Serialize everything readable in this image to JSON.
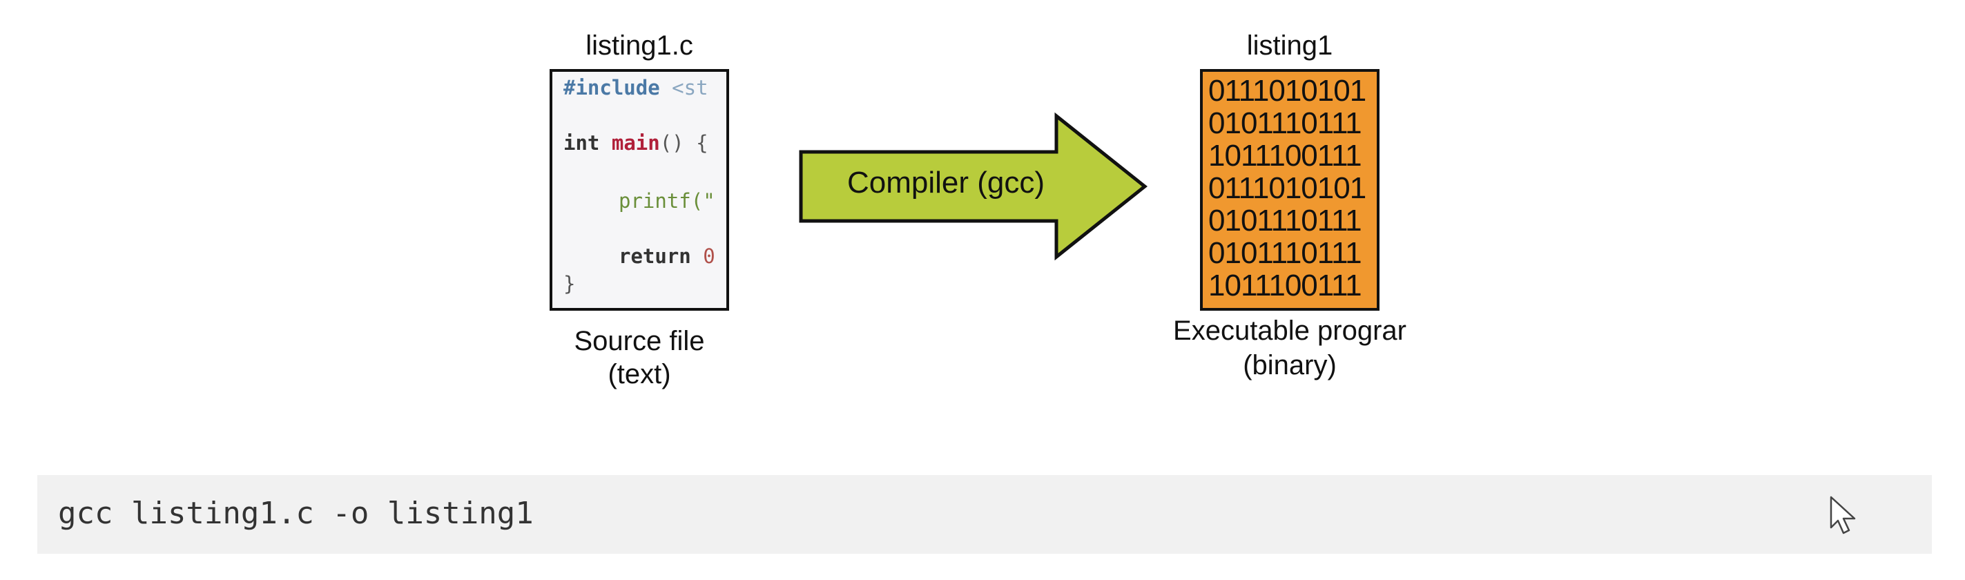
{
  "source": {
    "title": "listing1.c",
    "code": {
      "include_kw": "#include",
      "include_arg": " <st",
      "int_kw": "int",
      "main_fn": "main",
      "main_rest": "() {",
      "printf": "printf(\"",
      "return_kw": "return",
      "return_val": "0",
      "close": "}"
    },
    "caption_line1": "Source file",
    "caption_line2": "(text)"
  },
  "compiler": {
    "label": "Compiler (gcc)",
    "arrow_color": "#b8cc3c"
  },
  "executable": {
    "title": "listing1",
    "binary_lines": [
      "0111010101",
      "0101110111",
      "1011100111",
      "0111010101",
      "0101110111",
      "0101110111",
      "1011100111"
    ],
    "caption_line1": "Executable prograr",
    "caption_line2": "(binary)",
    "box_color": "#f0982f"
  },
  "command": {
    "text": "gcc listing1.c -o listing1"
  }
}
